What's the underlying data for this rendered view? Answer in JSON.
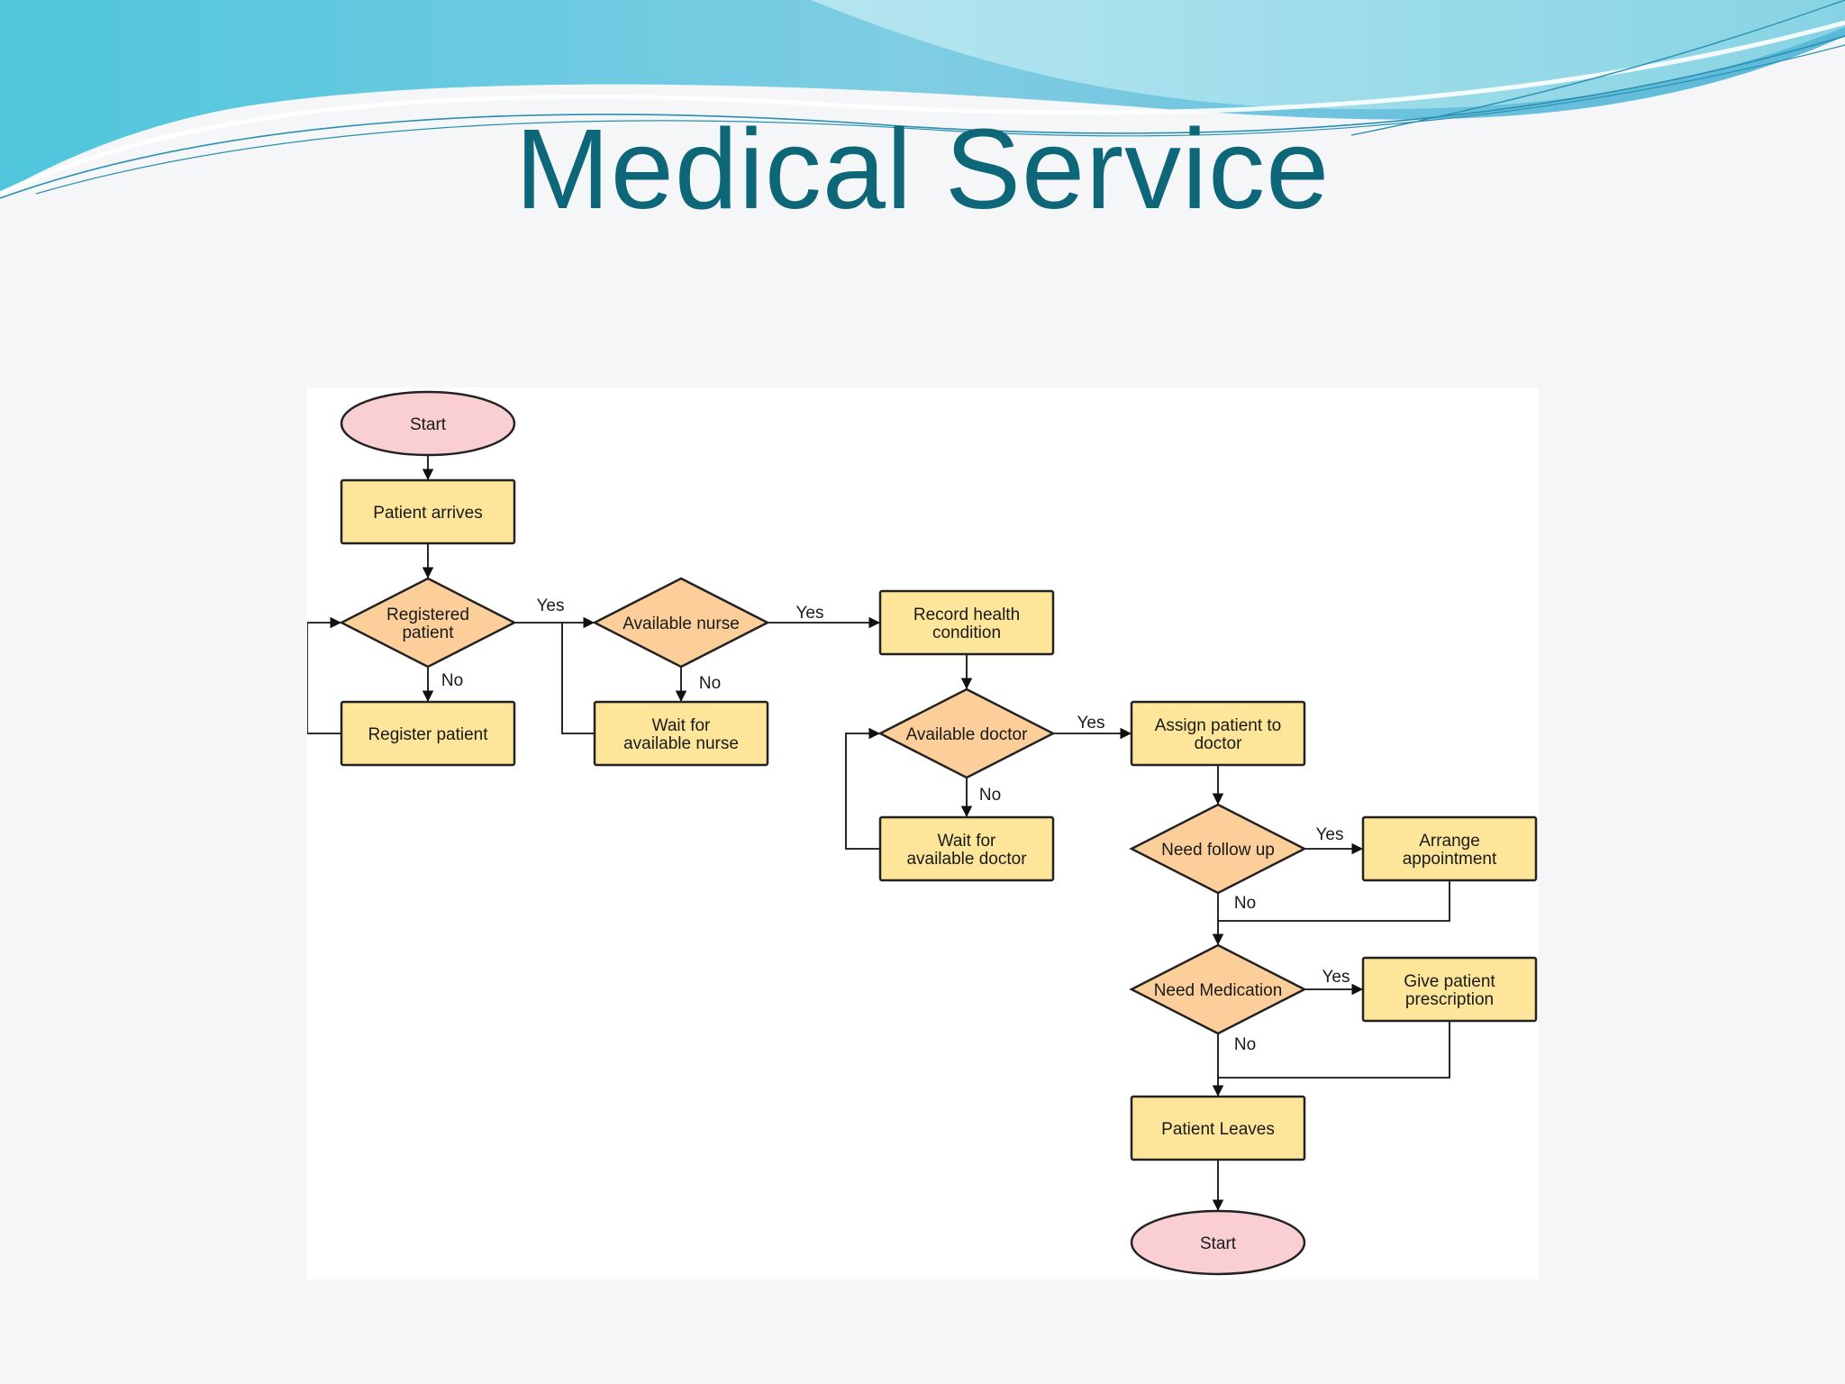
{
  "slide": {
    "title": "Medical Service",
    "colors": {
      "title": "#0e6779",
      "wave_dark": "#5fc3dc",
      "wave_light": "#a9e3ee",
      "process_fill": "#fde59a",
      "decision_fill": "#fccf9a",
      "terminal_fill": "#f9cfd3"
    }
  },
  "flowchart": {
    "nodes": [
      {
        "id": "start_top",
        "type": "terminal",
        "lines": [
          "Start"
        ]
      },
      {
        "id": "patient_arrives",
        "type": "process",
        "lines": [
          "Patient arrives"
        ]
      },
      {
        "id": "registered_patient",
        "type": "decision",
        "lines": [
          "Registered",
          "patient"
        ]
      },
      {
        "id": "register_patient",
        "type": "process",
        "lines": [
          "Register patient"
        ]
      },
      {
        "id": "available_nurse",
        "type": "decision",
        "lines": [
          "Available nurse"
        ]
      },
      {
        "id": "wait_nurse",
        "type": "process",
        "lines": [
          "Wait for",
          "available nurse"
        ]
      },
      {
        "id": "record_health",
        "type": "process",
        "lines": [
          "Record health",
          "condition"
        ]
      },
      {
        "id": "available_doctor",
        "type": "decision",
        "lines": [
          "Available doctor"
        ]
      },
      {
        "id": "wait_doctor",
        "type": "process",
        "lines": [
          "Wait for",
          "available doctor"
        ]
      },
      {
        "id": "assign_doctor",
        "type": "process",
        "lines": [
          "Assign patient to",
          "doctor"
        ]
      },
      {
        "id": "need_follow_up",
        "type": "decision",
        "lines": [
          "Need follow up"
        ]
      },
      {
        "id": "arrange_appointment",
        "type": "process",
        "lines": [
          "Arrange",
          "appointment"
        ]
      },
      {
        "id": "need_medication",
        "type": "decision",
        "lines": [
          "Need Medication"
        ]
      },
      {
        "id": "give_prescription",
        "type": "process",
        "lines": [
          "Give patient",
          "prescription"
        ]
      },
      {
        "id": "patient_leaves",
        "type": "process",
        "lines": [
          "Patient Leaves"
        ]
      },
      {
        "id": "start_bottom",
        "type": "terminal",
        "lines": [
          "Start"
        ]
      }
    ],
    "edges": [
      {
        "from": "start_top",
        "to": "patient_arrives",
        "label": ""
      },
      {
        "from": "patient_arrives",
        "to": "registered_patient",
        "label": ""
      },
      {
        "from": "registered_patient",
        "to": "available_nurse",
        "label": "Yes"
      },
      {
        "from": "registered_patient",
        "to": "register_patient",
        "label": "No"
      },
      {
        "from": "register_patient",
        "to": "registered_patient",
        "label": ""
      },
      {
        "from": "available_nurse",
        "to": "record_health",
        "label": "Yes"
      },
      {
        "from": "available_nurse",
        "to": "wait_nurse",
        "label": "No"
      },
      {
        "from": "wait_nurse",
        "to": "available_nurse",
        "label": ""
      },
      {
        "from": "record_health",
        "to": "available_doctor",
        "label": ""
      },
      {
        "from": "available_doctor",
        "to": "assign_doctor",
        "label": "Yes"
      },
      {
        "from": "available_doctor",
        "to": "wait_doctor",
        "label": "No"
      },
      {
        "from": "wait_doctor",
        "to": "available_doctor",
        "label": ""
      },
      {
        "from": "assign_doctor",
        "to": "need_follow_up",
        "label": ""
      },
      {
        "from": "need_follow_up",
        "to": "arrange_appointment",
        "label": "Yes"
      },
      {
        "from": "need_follow_up",
        "to": "need_medication",
        "label": "No"
      },
      {
        "from": "arrange_appointment",
        "to": "need_medication",
        "label": ""
      },
      {
        "from": "need_medication",
        "to": "give_prescription",
        "label": "Yes"
      },
      {
        "from": "need_medication",
        "to": "patient_leaves",
        "label": "No"
      },
      {
        "from": "give_prescription",
        "to": "patient_leaves",
        "label": ""
      },
      {
        "from": "patient_leaves",
        "to": "start_bottom",
        "label": ""
      }
    ]
  }
}
